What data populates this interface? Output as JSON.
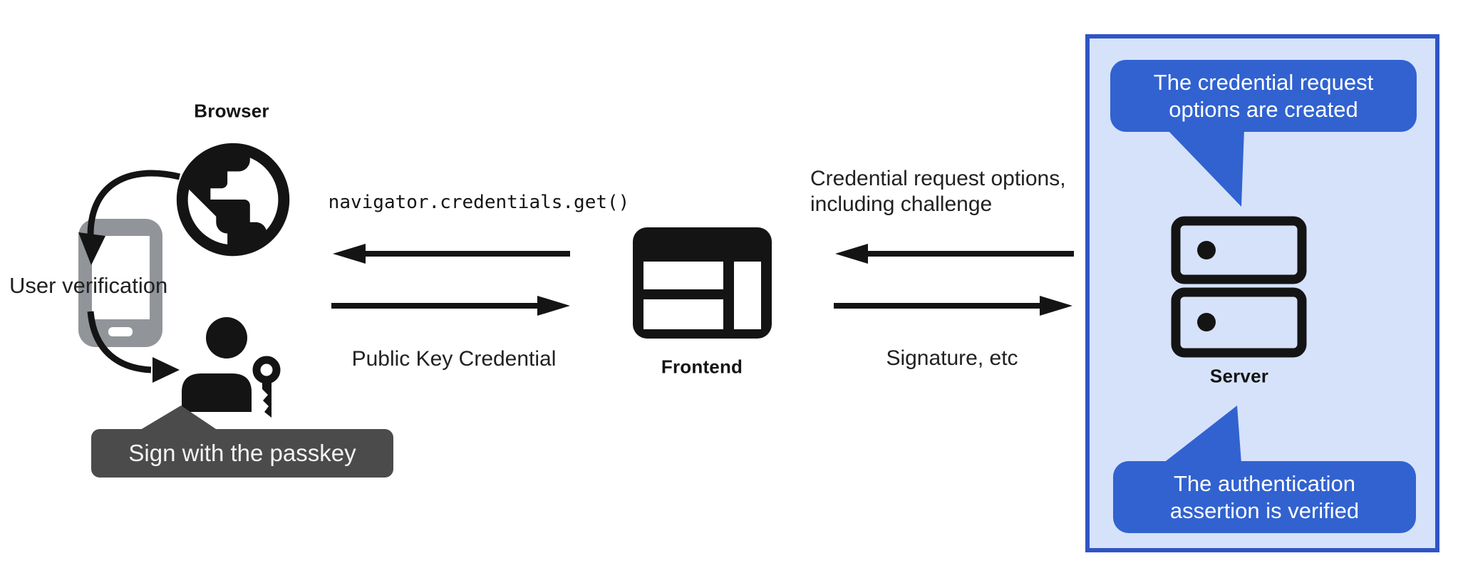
{
  "colors": {
    "accent_blue": "#3162d0",
    "panel_fill": "#d6e2fa",
    "panel_border": "#2f55c5",
    "tooltip_gray": "#4b4b4b",
    "phone_gray": "#91959a",
    "ink": "#141414",
    "text_dark": "#212121",
    "text_light": "#ffffff"
  },
  "browser": {
    "label": "Browser",
    "user_verification": "User verification",
    "passkey_tooltip": "Sign with the passkey"
  },
  "frontend": {
    "label": "Frontend"
  },
  "server": {
    "label": "Server",
    "bubble_top_lines": [
      "The credential request",
      "options are created"
    ],
    "bubble_bottom_lines": [
      "The authentication",
      "assertion is verified"
    ]
  },
  "flows": {
    "frontend_to_browser_call": "navigator.credentials.get()",
    "browser_to_frontend_response": "Public Key Credential",
    "server_to_frontend_lines": [
      "Credential request options,",
      "including challenge"
    ],
    "frontend_to_server_response": "Signature, etc"
  },
  "icons": {
    "globe": "globe-icon",
    "smartphone": "smartphone-icon",
    "person": "person-icon",
    "key": "key-icon",
    "browser_window": "browser-window-icon",
    "server_stack": "server-stack-icon"
  }
}
